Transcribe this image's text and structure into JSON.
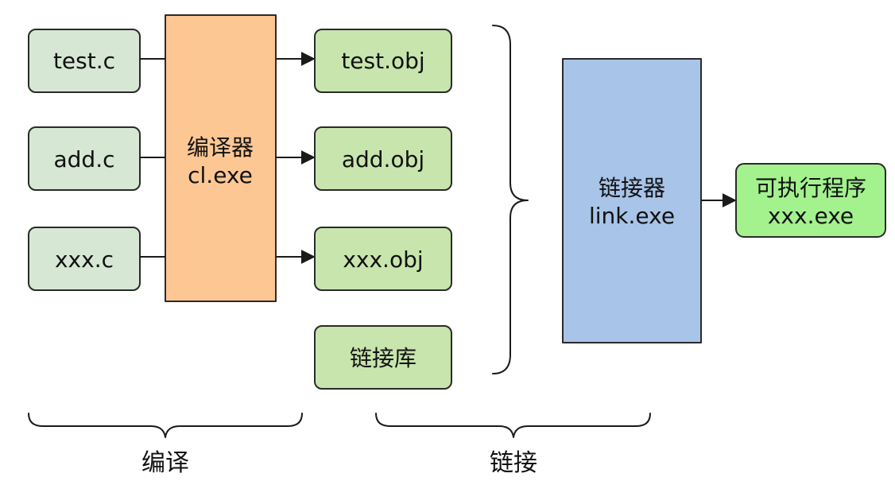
{
  "sources": [
    "test.c",
    "add.c",
    "xxx.c"
  ],
  "compiler": {
    "name": "编译器",
    "exe": "cl.exe"
  },
  "objects": [
    "test.obj",
    "add.obj",
    "xxx.obj"
  ],
  "library": "链接库",
  "linker": {
    "name": "链接器",
    "exe": "link.exe"
  },
  "output": {
    "name": "可执行程序",
    "exe": "xxx.exe"
  },
  "stages": {
    "compile": "编译",
    "link": "链接"
  },
  "colors": {
    "source_fill": "#d6e8d4",
    "compiler_fill": "#fdc794",
    "object_fill": "#c8e5ad",
    "linker_fill": "#a8c4e8",
    "output_fill": "#a3f28e",
    "stroke": "#2a2a2a"
  }
}
